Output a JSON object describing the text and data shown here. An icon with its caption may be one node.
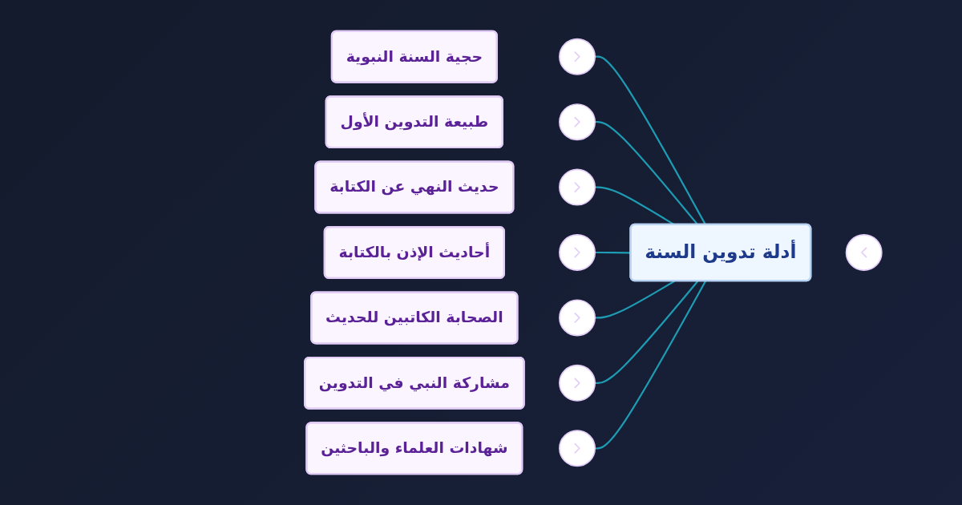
{
  "diagram": {
    "nodes": [
      {
        "text": [
          "أدلة تدوين السنة"
        ]
      },
      {
        "text": [],
        "shape": "circle"
      },
      {
        "text": [
          "حجية السنة النبوية"
        ]
      },
      {
        "text": [
          "طبيعة التدوين الأول"
        ]
      },
      {
        "text": [
          "حديث النهي عن الكتابة"
        ]
      },
      {
        "text": [
          "أحاديث الإذن بالكتابة"
        ]
      },
      {
        "text": [
          "الصحابة الكاتبين للحديث"
        ]
      },
      {
        "text": [
          "مشاركة النبي في التدوين"
        ]
      },
      {
        "text": [
          "شهادات العلماء والباحثين"
        ]
      },
      {
        "text": [],
        "shape": "circle"
      },
      {
        "text": [],
        "shape": "circle"
      },
      {
        "text": [],
        "shape": "circle"
      },
      {
        "text": [],
        "shape": "circle"
      },
      {
        "text": [],
        "shape": "circle"
      },
      {
        "text": [],
        "shape": "circle"
      },
      {
        "text": [],
        "shape": "circle"
      }
    ],
    "edges": [
      {
        "from": 0,
        "to": 9,
        "arrow": "none"
      },
      {
        "from": 0,
        "to": 10,
        "arrow": "none"
      },
      {
        "from": 0,
        "to": 11,
        "arrow": "none"
      },
      {
        "from": 0,
        "to": 12,
        "arrow": "none"
      },
      {
        "from": 0,
        "to": 13,
        "arrow": "none"
      },
      {
        "from": 0,
        "to": 14,
        "arrow": "none"
      },
      {
        "from": 0,
        "to": 15,
        "arrow": "none"
      }
    ]
  }
}
